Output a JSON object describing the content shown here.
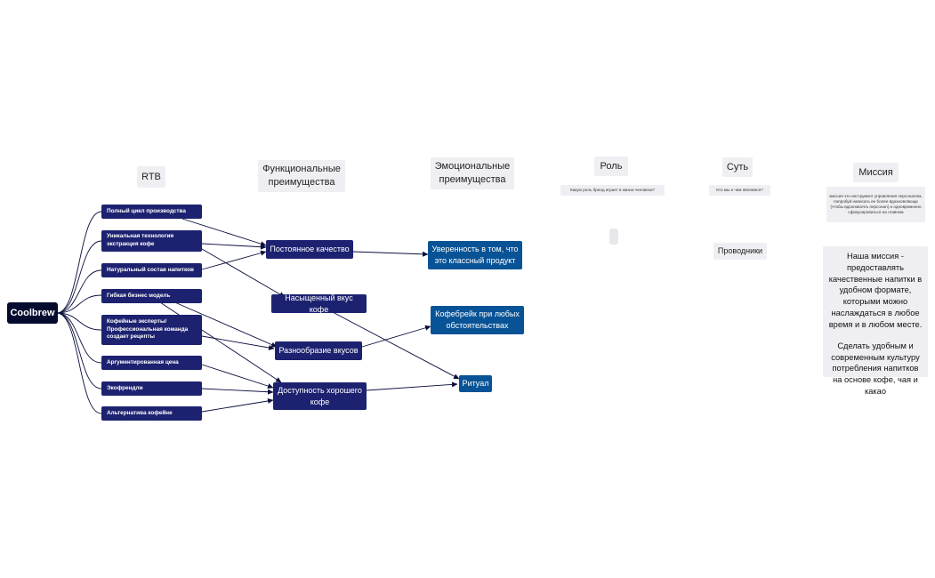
{
  "root": {
    "label": "Coolbrew"
  },
  "headers": {
    "rtb": "RTB",
    "functional": "Функциональные преимущества",
    "emotional": "Эмоциональные преимущества",
    "role": "Роль",
    "essence": "Суть",
    "mission": "Миссия"
  },
  "hints": {
    "role": "Какую роль бренд играет в жизни человека?",
    "essence": "Кто мы и чем являемся?",
    "mission": "миссия это инструмент управления персоналом, попробуй написать ее более вдохновляюще (чтобы вдохновлять персонал) и одновременно сфокусироваться на главном"
  },
  "rtb": [
    "Полный цикл производства",
    "Уникальная технология экстракция кофе",
    "Натуральный состав напитков",
    "Гибкая бизнес модель",
    "Кофейные эксперты/ Профессиональная команда создает рецепты",
    "Аргументированная цена",
    "Экофрендли",
    "Альтернатива кофейне"
  ],
  "functional": [
    "Постоянное качество",
    "Насыщенный вкус кофе",
    "Разнообразие вкусов",
    "Доступность хорошего кофе"
  ],
  "emotional": [
    "Уверенность в том, что это классный продукт",
    "Кофебрейк при любых обстоятельствах",
    "Ритуал"
  ],
  "essence": {
    "value": "Проводники"
  },
  "mission": {
    "paragraph1": "Наша миссия - предоставлять качественные напитки в удобном формате, которыми можно наслаждаться в любое время и в любом месте.",
    "paragraph2": "Сделать удобным и современным культуру потребления напитков на основе кофе, чая и какао"
  },
  "colors": {
    "root_bg": "#050b2e",
    "rtb_bg": "#1d2270",
    "functional_bg": "#1d2270",
    "emotional_bg": "#075396",
    "sticky_bg": "#efeff3",
    "connector": "#0a0f3c"
  }
}
